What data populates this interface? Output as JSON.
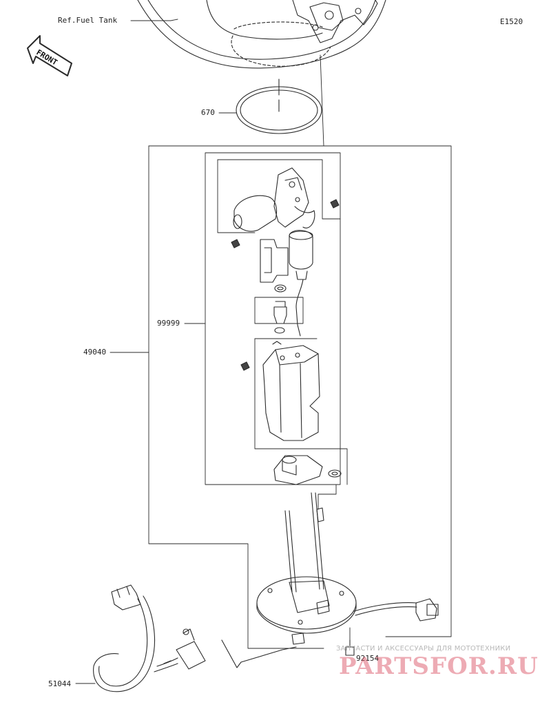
{
  "diagram_code": "E1520",
  "front_badge": "FRONT",
  "callouts": {
    "ref_fuel_tank": "Ref.Fuel Tank",
    "gasket": "670",
    "assembly": "49040",
    "pump_subassembly": "99999",
    "bolt": "92154",
    "harness": "51044"
  },
  "watermark": {
    "tagline": "ЗАПЧАСТИ И АКСЕССУАРЫ ДЛЯ МОТОТЕХНИКИ",
    "logo": "PARTSFOR.RU"
  }
}
